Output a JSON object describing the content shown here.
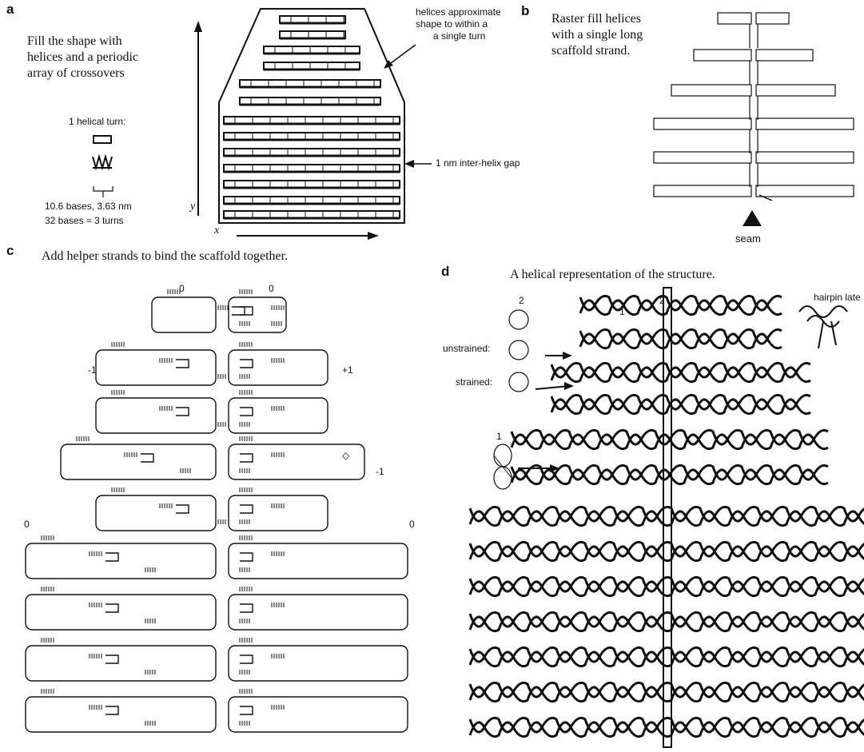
{
  "panel_a": {
    "letter": "a",
    "text1": "Fill the shape with",
    "text2": "helices and a periodic",
    "text3": "array of crossovers",
    "turn_label": "1 helical turn:",
    "bases_line1": "10.6 bases, 3.63 nm",
    "bases_line2": "32 bases ≈ 3 turns",
    "approx_line1": "helices approximate",
    "approx_line2": "shape to within a",
    "approx_line3": "a single turn",
    "gap_label": "1 nm inter-helix gap",
    "x_label": "x",
    "y_label": "y"
  },
  "panel_b": {
    "letter": "b",
    "text1": "Raster fill helices",
    "text2": "with a single long",
    "text3": "scaffold strand.",
    "seam_label": "seam"
  },
  "panel_c": {
    "letter": "c",
    "title": "Add helper strands to bind the scaffold together.",
    "n_left_top": "0",
    "n_right_top": "0",
    "n_left_row3": "-1",
    "n_right_row3": "+1",
    "n_right_row5": "-1",
    "n_left_row6": "0",
    "n_right_row6": "0"
  },
  "panel_d": {
    "letter": "d",
    "title": "A helical representation of the structure.",
    "label_2a": "2",
    "label_1a": "1",
    "label_2b": "2",
    "label_1b": "1",
    "unstrained": "unstrained:",
    "strained": "strained:",
    "hairpin": "hairpin late"
  },
  "colors": {
    "ink": "#111111",
    "paper": "#ffffff"
  }
}
